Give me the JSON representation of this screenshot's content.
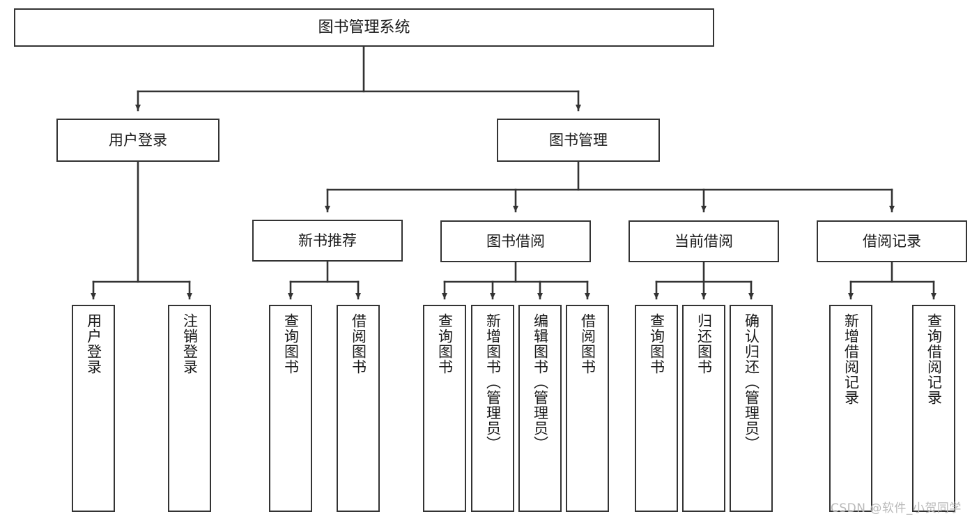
{
  "diagram": {
    "title": "图书管理系统",
    "type": "tree-hierarchy-chart",
    "colors": {
      "box_border": "#333333",
      "box_fill": "#ffffff",
      "connector": "#333333",
      "text": "#1a1a1a",
      "watermark": "#b9b9b9",
      "background": "#ffffff"
    },
    "root": {
      "label": "图书管理系统"
    },
    "level2": [
      {
        "label": "用户登录"
      },
      {
        "label": "图书管理"
      }
    ],
    "level3": [
      {
        "label": "新书推荐"
      },
      {
        "label": "图书借阅"
      },
      {
        "label": "当前借阅"
      },
      {
        "label": "借阅记录"
      }
    ],
    "leaves": {
      "user_login": [
        {
          "label": "用户登录"
        },
        {
          "label": "注销登录"
        }
      ],
      "new_book_recommend": [
        {
          "label": "查询图书"
        },
        {
          "label": "借阅图书"
        }
      ],
      "book_borrow": [
        {
          "label": "查询图书"
        },
        {
          "label": "新增图书（管理员）"
        },
        {
          "label": "编辑图书（管理员）"
        },
        {
          "label": "借阅图书"
        }
      ],
      "current_borrow": [
        {
          "label": "查询图书"
        },
        {
          "label": "归还图书"
        },
        {
          "label": "确认归还（管理员）"
        }
      ],
      "borrow_record": [
        {
          "label": "新增借阅记录"
        },
        {
          "label": "查询借阅记录"
        }
      ]
    }
  },
  "watermark": {
    "text": "CSDN @软件_小贺同学"
  }
}
